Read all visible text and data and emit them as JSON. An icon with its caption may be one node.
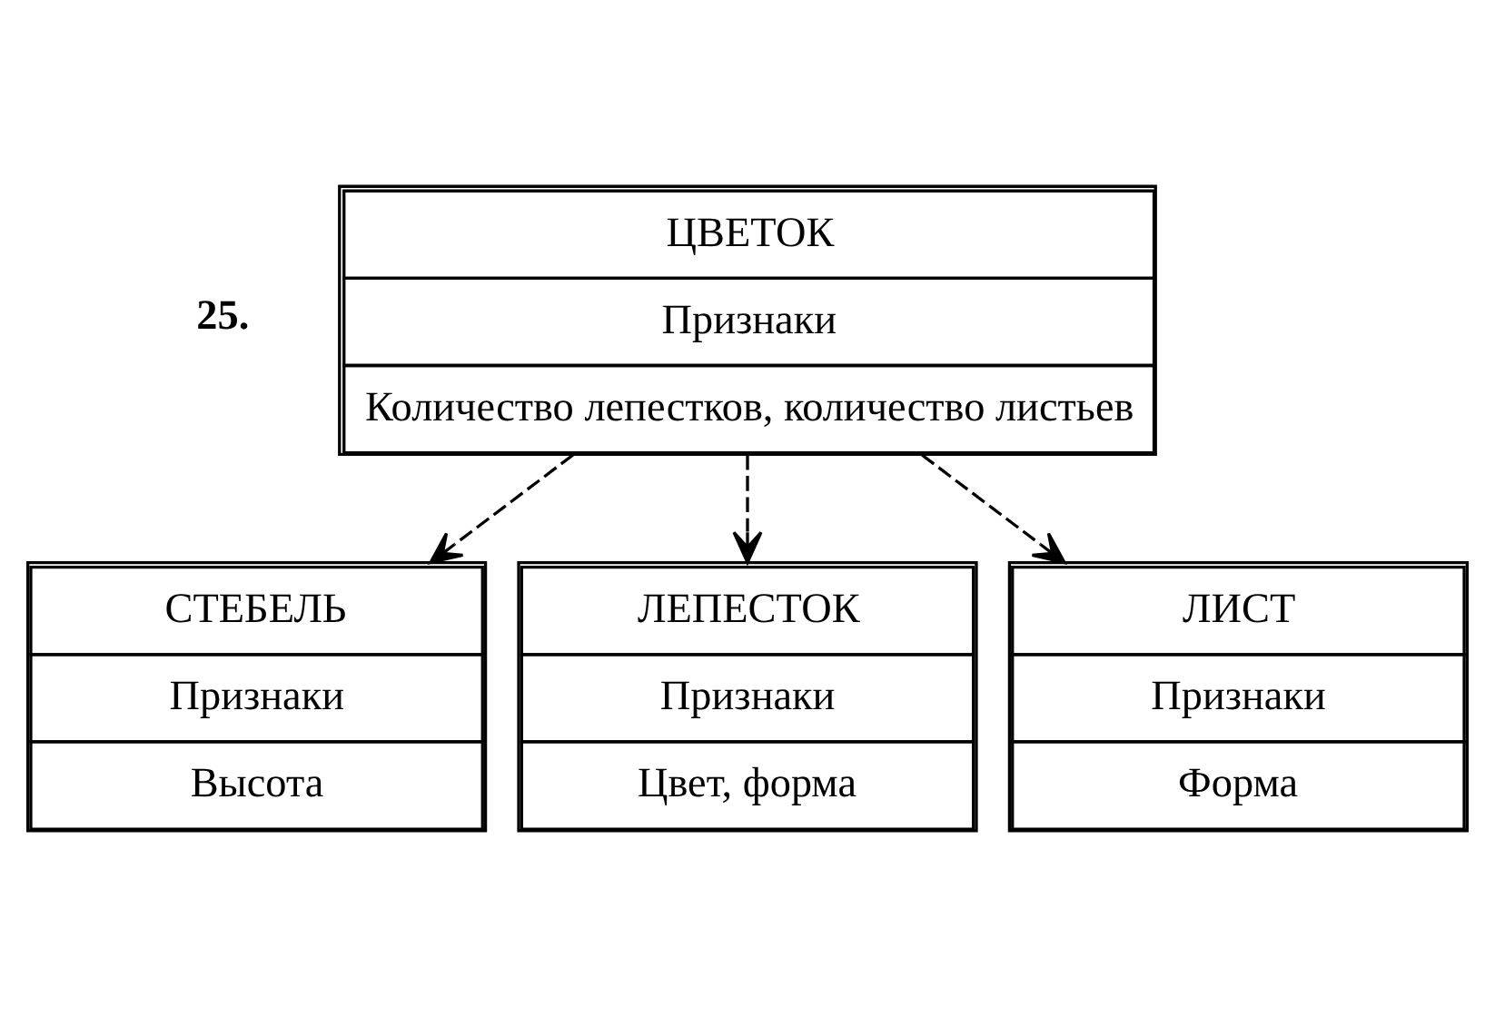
{
  "diagram": {
    "nodes": [
      {
        "text": [
          "ЦВЕТОК",
          "Признаки",
          "Количество лепестков, количество листьев"
        ]
      },
      {
        "text": [
          "СТЕБЕЛЬ",
          "Признаки",
          "Высота"
        ]
      },
      {
        "text": [
          "ЛЕПЕСТОК",
          "Признаки",
          "Цвет, форма"
        ]
      },
      {
        "text": [
          "ЛИСТ",
          "Признаки",
          "Форма"
        ]
      }
    ],
    "edges": [
      {
        "from": 0,
        "to": 1,
        "arrow": "to",
        "style": "dashed"
      },
      {
        "from": 0,
        "to": 2,
        "arrow": "to",
        "style": "dashed"
      },
      {
        "from": 0,
        "to": 3,
        "arrow": "to",
        "style": "dashed"
      }
    ],
    "labels": [
      "25."
    ]
  }
}
